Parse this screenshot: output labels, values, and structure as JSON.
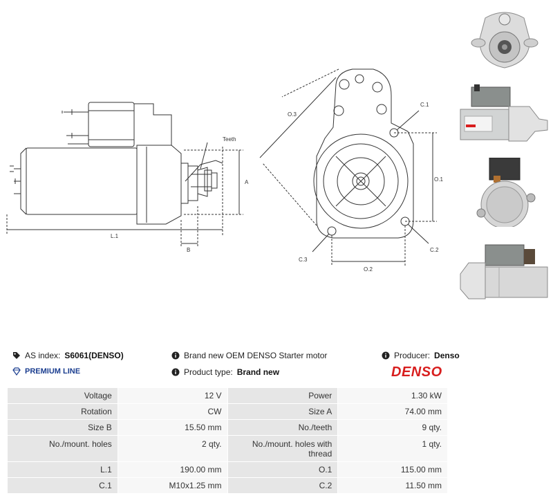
{
  "drawing": {
    "side_labels": {
      "teeth": "Teeth",
      "a": "A",
      "b": "B",
      "l1": "L.1"
    },
    "front_labels": {
      "o3": "O.3",
      "c1": "C.1",
      "o1": "O.1",
      "c2": "C.2",
      "c3": "C.3",
      "o2": "O.2"
    }
  },
  "info": {
    "as_index_label": "AS index:",
    "as_index_value": "S6061(DENSO)",
    "premium_line": "PREMIUM LINE",
    "description": "Brand new OEM DENSO Starter motor",
    "product_type_label": "Product type:",
    "product_type_value": "Brand new",
    "producer_label": "Producer:",
    "producer_value": "Denso",
    "logo_text": "DENSO",
    "logo_color": "#d81e1e"
  },
  "specs": {
    "rows": [
      {
        "l1": "Voltage",
        "v1": "12 V",
        "l2": "Power",
        "v2": "1.30 kW"
      },
      {
        "l1": "Rotation",
        "v1": "CW",
        "l2": "Size A",
        "v2": "74.00 mm"
      },
      {
        "l1": "Size B",
        "v1": "15.50 mm",
        "l2": "No./teeth",
        "v2": "9 qty."
      },
      {
        "l1": "No./mount. holes",
        "v1": "2 qty.",
        "l2": "No./mount. holes with thread",
        "v2": "1 qty."
      },
      {
        "l1": "L.1",
        "v1": "190.00 mm",
        "l2": "O.1",
        "v2": "115.00 mm"
      },
      {
        "l1": "C.1",
        "v1": "M10x1.25 mm",
        "l2": "C.2",
        "v2": "11.50 mm"
      }
    ]
  }
}
